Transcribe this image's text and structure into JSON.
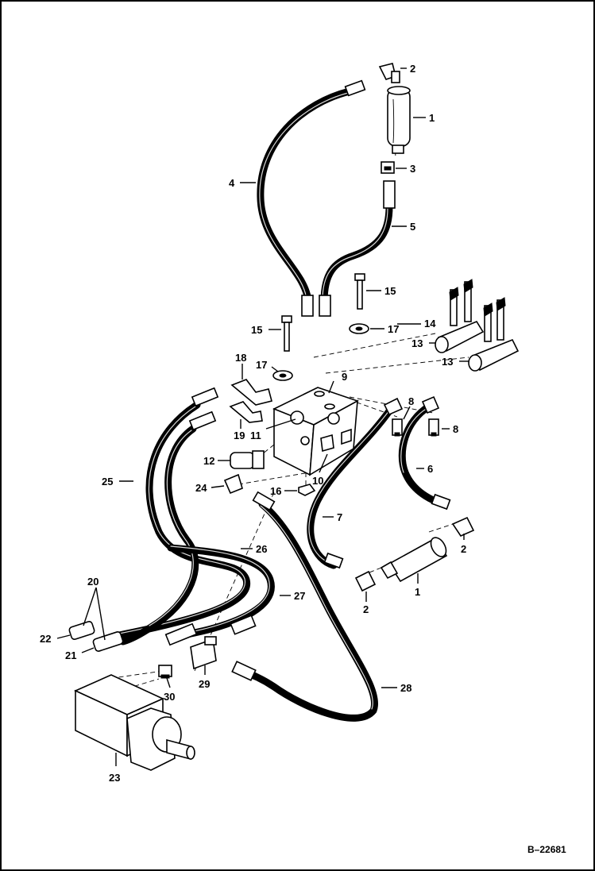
{
  "drawing": {
    "reference": "B–22681"
  },
  "callouts": [
    {
      "id": "c1a",
      "label": "1"
    },
    {
      "id": "c2a",
      "label": "2"
    },
    {
      "id": "c3",
      "label": "3"
    },
    {
      "id": "c4",
      "label": "4"
    },
    {
      "id": "c5",
      "label": "5"
    },
    {
      "id": "c15a",
      "label": "15"
    },
    {
      "id": "c15b",
      "label": "15"
    },
    {
      "id": "c17a",
      "label": "17"
    },
    {
      "id": "c17b",
      "label": "17"
    },
    {
      "id": "c14",
      "label": "14"
    },
    {
      "id": "c13a",
      "label": "13"
    },
    {
      "id": "c13b",
      "label": "13"
    },
    {
      "id": "c18",
      "label": "18"
    },
    {
      "id": "c9",
      "label": "9"
    },
    {
      "id": "c8a",
      "label": "8"
    },
    {
      "id": "c8b",
      "label": "8"
    },
    {
      "id": "c19",
      "label": "19"
    },
    {
      "id": "c11",
      "label": "11"
    },
    {
      "id": "c12",
      "label": "12"
    },
    {
      "id": "c10",
      "label": "10"
    },
    {
      "id": "c6",
      "label": "6"
    },
    {
      "id": "c25",
      "label": "25"
    },
    {
      "id": "c24",
      "label": "24"
    },
    {
      "id": "c16",
      "label": "16"
    },
    {
      "id": "c7",
      "label": "7"
    },
    {
      "id": "c2b",
      "label": "2"
    },
    {
      "id": "c26",
      "label": "26"
    },
    {
      "id": "c1b",
      "label": "1"
    },
    {
      "id": "c2c",
      "label": "2"
    },
    {
      "id": "c20",
      "label": "20"
    },
    {
      "id": "c27",
      "label": "27"
    },
    {
      "id": "c22",
      "label": "22"
    },
    {
      "id": "c21",
      "label": "21"
    },
    {
      "id": "c28",
      "label": "28"
    },
    {
      "id": "c29",
      "label": "29"
    },
    {
      "id": "c30",
      "label": "30"
    },
    {
      "id": "c23",
      "label": "23"
    }
  ]
}
